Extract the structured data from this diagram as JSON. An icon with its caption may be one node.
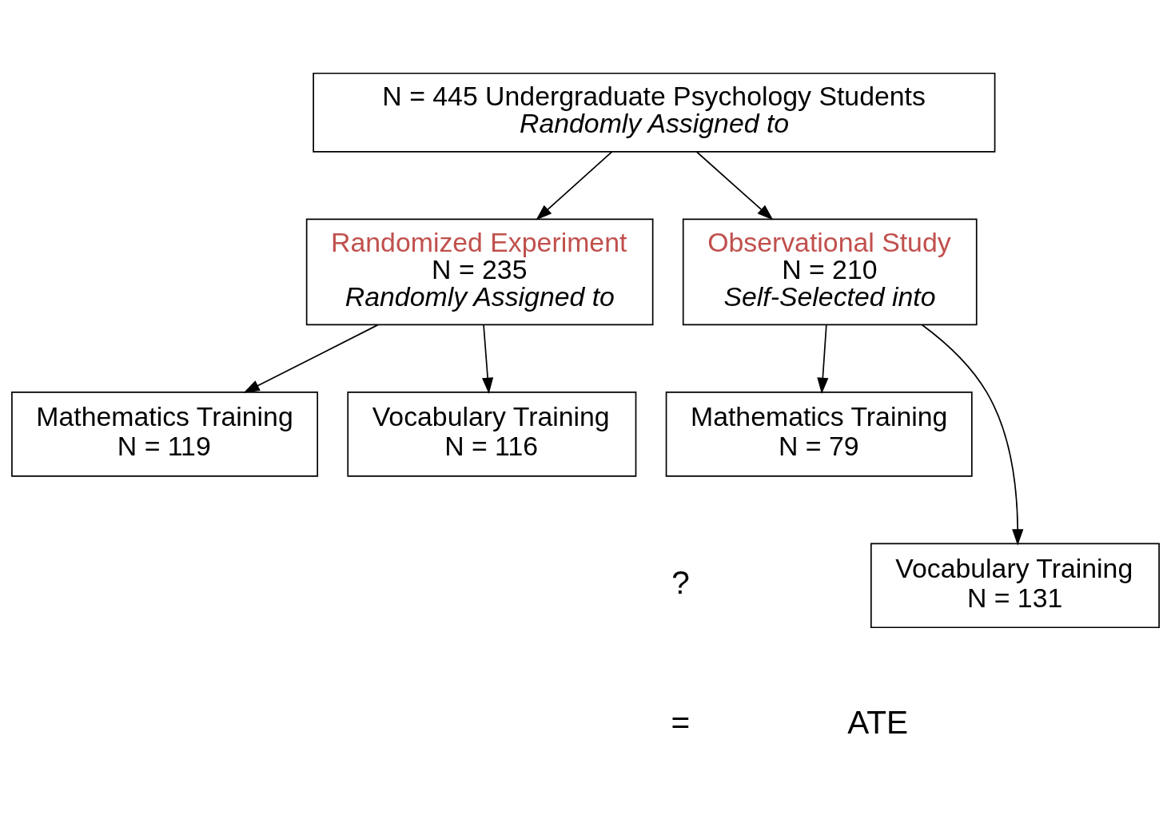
{
  "diagram": {
    "nodes": [
      {
        "text": [
          "N = 445 Undergraduate Psychology Students",
          "Randomly Assigned to"
        ]
      },
      {
        "text": [
          "Randomized Experiment",
          "N = 235",
          "Randomly Assigned to"
        ]
      },
      {
        "text": [
          "Observational Study",
          "N = 210",
          "Self-Selected into"
        ]
      },
      {
        "text": [
          "Mathematics Training",
          "N = 119"
        ]
      },
      {
        "text": [
          "Vocabulary Training",
          "N = 116"
        ]
      },
      {
        "text": [
          "Mathematics Training",
          "N = 79"
        ]
      },
      {
        "text": [
          "Vocabulary Training",
          "N = 131"
        ]
      }
    ],
    "edges": [
      {
        "from": 0,
        "to": 1,
        "arrow": "to"
      },
      {
        "from": 0,
        "to": 2,
        "arrow": "to"
      },
      {
        "from": 1,
        "to": 3,
        "arrow": "to"
      },
      {
        "from": 1,
        "to": 4,
        "arrow": "to"
      },
      {
        "from": 2,
        "to": 5,
        "arrow": "to"
      },
      {
        "from": 2,
        "to": 6,
        "arrow": "to"
      }
    ],
    "labels": [
      "?",
      "=",
      "ATE"
    ]
  }
}
